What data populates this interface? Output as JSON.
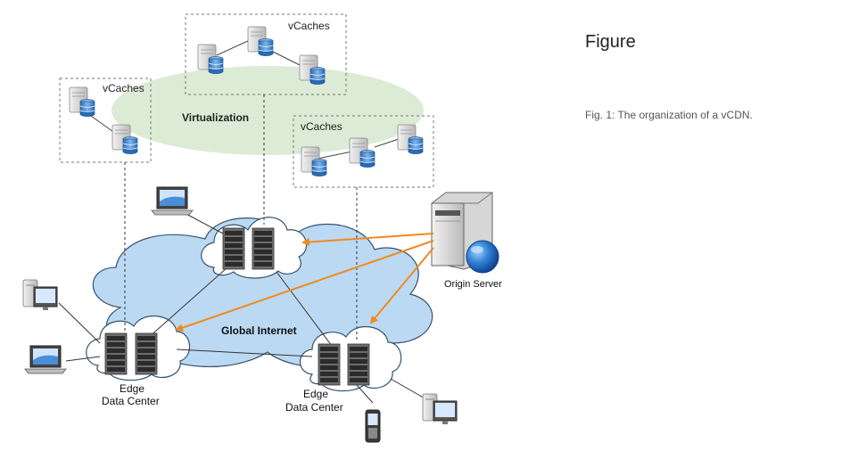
{
  "panel": {
    "title": "Figure",
    "caption": "Fig. 1: The organization of a vCDN."
  },
  "diagram": {
    "virtualization_label": "Virtualization",
    "internet_label": "Global Internet",
    "vcache_groups": [
      {
        "label": "vCaches"
      },
      {
        "label": "vCaches"
      },
      {
        "label": "vCaches"
      }
    ],
    "origin_label": "Origin Server",
    "edge_left": {
      "line1": "Edge",
      "line2": "Data Center"
    },
    "edge_right": {
      "line1": "Edge",
      "line2": "Data Center"
    }
  },
  "colors": {
    "arrow": "#ef8a1f",
    "cloud_fill": "#bcd9f3",
    "cloud_stroke": "#35536f",
    "virtualization_fill": "#dcebd5",
    "dashed_box": "#777777"
  },
  "icons": [
    "server-rack-icon",
    "vcache-server-icon",
    "origin-server-icon",
    "laptop-icon",
    "desktop-computer-icon",
    "mobile-phone-icon",
    "globe-icon"
  ]
}
